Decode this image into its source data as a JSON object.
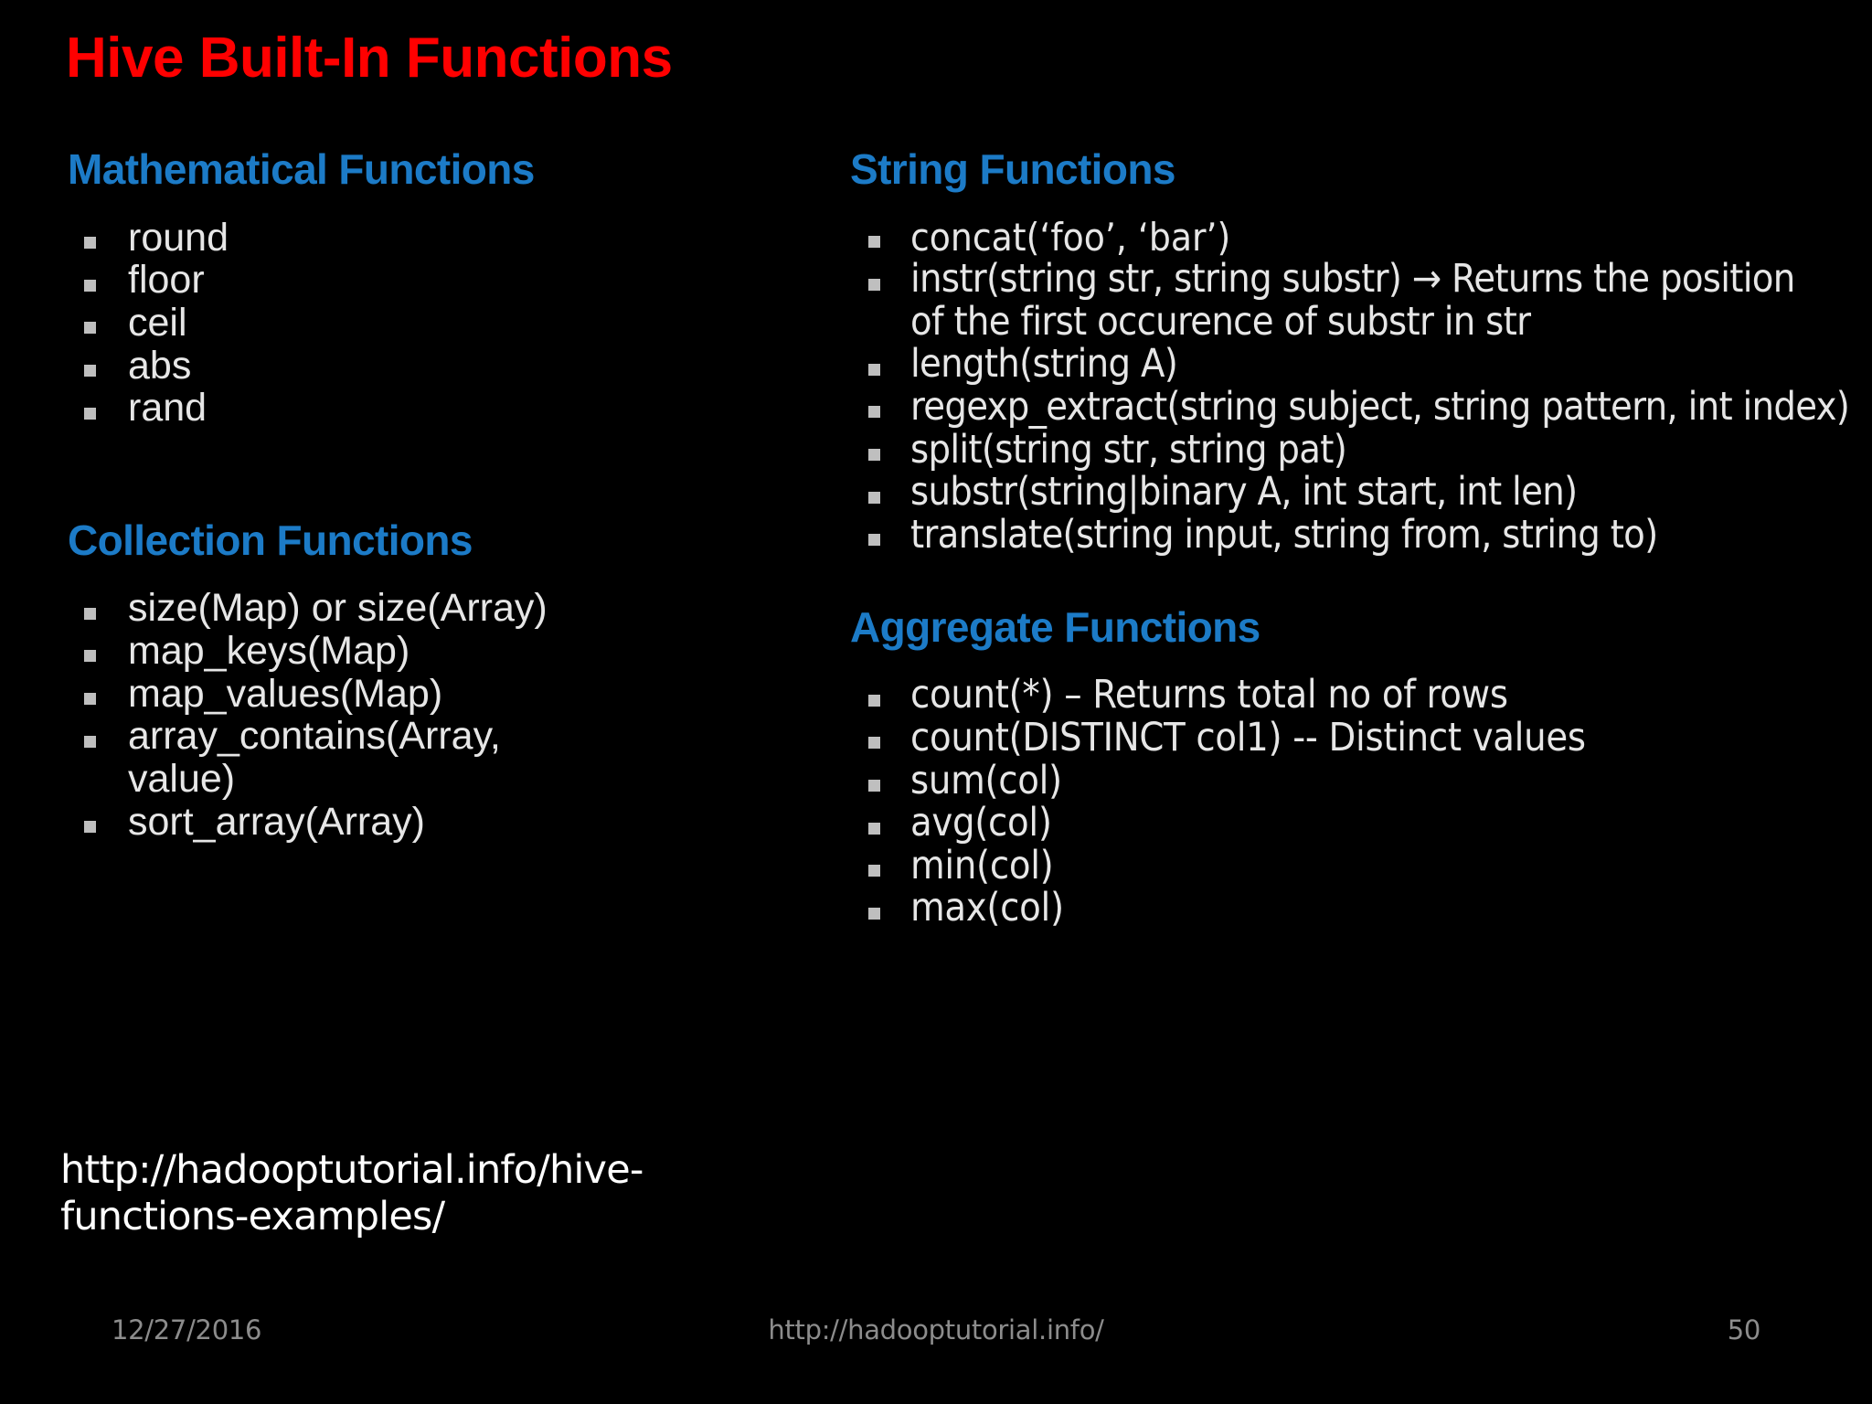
{
  "slide": {
    "title": "Hive Built-In Functions",
    "title_color": "#FF0000",
    "heading_color": "#1C7BC7",
    "body_color": "#E6E6E6",
    "background_color": "#000000",
    "bullet_glyph": "square-bullet"
  },
  "left_column": {
    "math": {
      "heading": "Mathematical Functions",
      "items": [
        "round",
        "floor",
        "ceil",
        "abs",
        "rand"
      ]
    },
    "collection": {
      "heading": "Collection Functions",
      "items": [
        "size(Map)  or size(Array)",
        "map_keys(Map)",
        "map_values(Map)",
        "array_contains(Array, value)",
        "sort_array(Array)"
      ]
    },
    "reference_link": "http://hadooptutorial.info/hive-functions-examples/"
  },
  "right_column": {
    "string": {
      "heading": "String Functions",
      "items": [
        "concat(‘foo’, ‘bar’)",
        "instr(string str, string substr)  → Returns the position of the first occurence of substr in str",
        "length(string A)",
        "regexp_extract(string subject, string pattern, int index)",
        "split(string str, string pat)",
        "substr(string|binary A, int start, int len)",
        "translate(string input, string from, string to)"
      ]
    },
    "aggregate": {
      "heading": "Aggregate Functions",
      "items": [
        "count(*) – Returns total no of rows",
        "count(DISTINCT col1)  -- Distinct values",
        "sum(col)",
        "avg(col)",
        "min(col)",
        "max(col)"
      ]
    }
  },
  "footer": {
    "date": "12/27/2016",
    "url": "http://hadooptutorial.info/",
    "page_number": "50"
  }
}
